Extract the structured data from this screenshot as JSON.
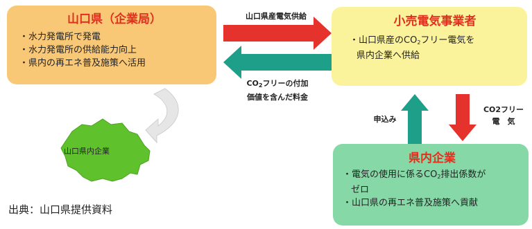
{
  "prefecture": {
    "title": "山口県（企業局）",
    "items": [
      "・水力発電所で発電",
      "・水力発電所の供給能力向上",
      "・県内の再エネ普及施策へ活用"
    ]
  },
  "retailer": {
    "title": "小売電気事業者",
    "line1_pre": "・山口県産のCO",
    "line1_sub": "2",
    "line1_post": "フリー電気を",
    "line2": "県内企業へ供給"
  },
  "company": {
    "title": "県内企業",
    "line1_pre": "・電気の使用に係るCO",
    "line1_sub": "2",
    "line1_post": "排出係数が",
    "line2": "ゼロ",
    "line3": "・山口県の再エネ普及施策へ貢献"
  },
  "arrows": {
    "supply_label": "山口県産電気供給",
    "fee_pre": "CO",
    "fee_sub": "2",
    "fee_post": "フリーの付加",
    "fee_line2": "価値を含んだ料金",
    "apply_label": "申込み",
    "co2_line1": "CO2フリー",
    "co2_line2": "電　気"
  },
  "map": {
    "label": "山口県内企業"
  },
  "source": "出典：山口県提供資料",
  "colors": {
    "red": "#e5322d",
    "teal": "#1e9f8a",
    "orange": "#f9c877",
    "yellow": "#fbf39c",
    "green": "#86d9a7"
  }
}
